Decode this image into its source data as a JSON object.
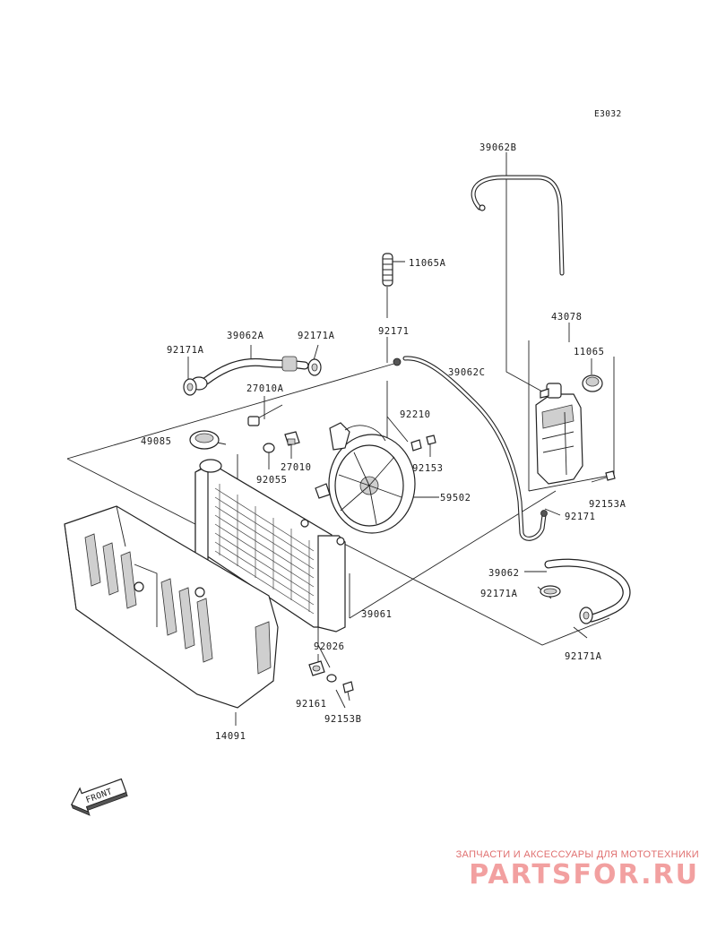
{
  "diagram_code": "E3032",
  "parts": [
    {
      "id": "p39062B",
      "label": "39062B"
    },
    {
      "id": "p11065A",
      "label": "11065A"
    },
    {
      "id": "p43078",
      "label": "43078"
    },
    {
      "id": "p39062A",
      "label": "39062A"
    },
    {
      "id": "p92171A_1",
      "label": "92171A"
    },
    {
      "id": "p92171A_2",
      "label": "92171A"
    },
    {
      "id": "p92171_1",
      "label": "92171"
    },
    {
      "id": "p11065",
      "label": "11065"
    },
    {
      "id": "p27010A",
      "label": "27010A"
    },
    {
      "id": "p39062C",
      "label": "39062C"
    },
    {
      "id": "p92210",
      "label": "92210"
    },
    {
      "id": "p49085",
      "label": "49085"
    },
    {
      "id": "p27010",
      "label": "27010"
    },
    {
      "id": "p92153",
      "label": "92153"
    },
    {
      "id": "p92055",
      "label": "92055"
    },
    {
      "id": "p59502",
      "label": "59502"
    },
    {
      "id": "p92153A",
      "label": "92153A"
    },
    {
      "id": "p92171_2",
      "label": "92171"
    },
    {
      "id": "p39062",
      "label": "39062"
    },
    {
      "id": "p92171A_3",
      "label": "92171A"
    },
    {
      "id": "p39061",
      "label": "39061"
    },
    {
      "id": "p92026",
      "label": "92026"
    },
    {
      "id": "p92171A_4",
      "label": "92171A"
    },
    {
      "id": "p92161",
      "label": "92161"
    },
    {
      "id": "p92153B",
      "label": "92153B"
    },
    {
      "id": "p14091",
      "label": "14091"
    }
  ],
  "front_arrow_text": "FRONT",
  "watermark": {
    "tagline": "ЗАПЧАСТИ И АКСЕССУАРЫ ДЛЯ МОТОТЕХНИКИ",
    "brand": "PARTSFOR.RU"
  }
}
